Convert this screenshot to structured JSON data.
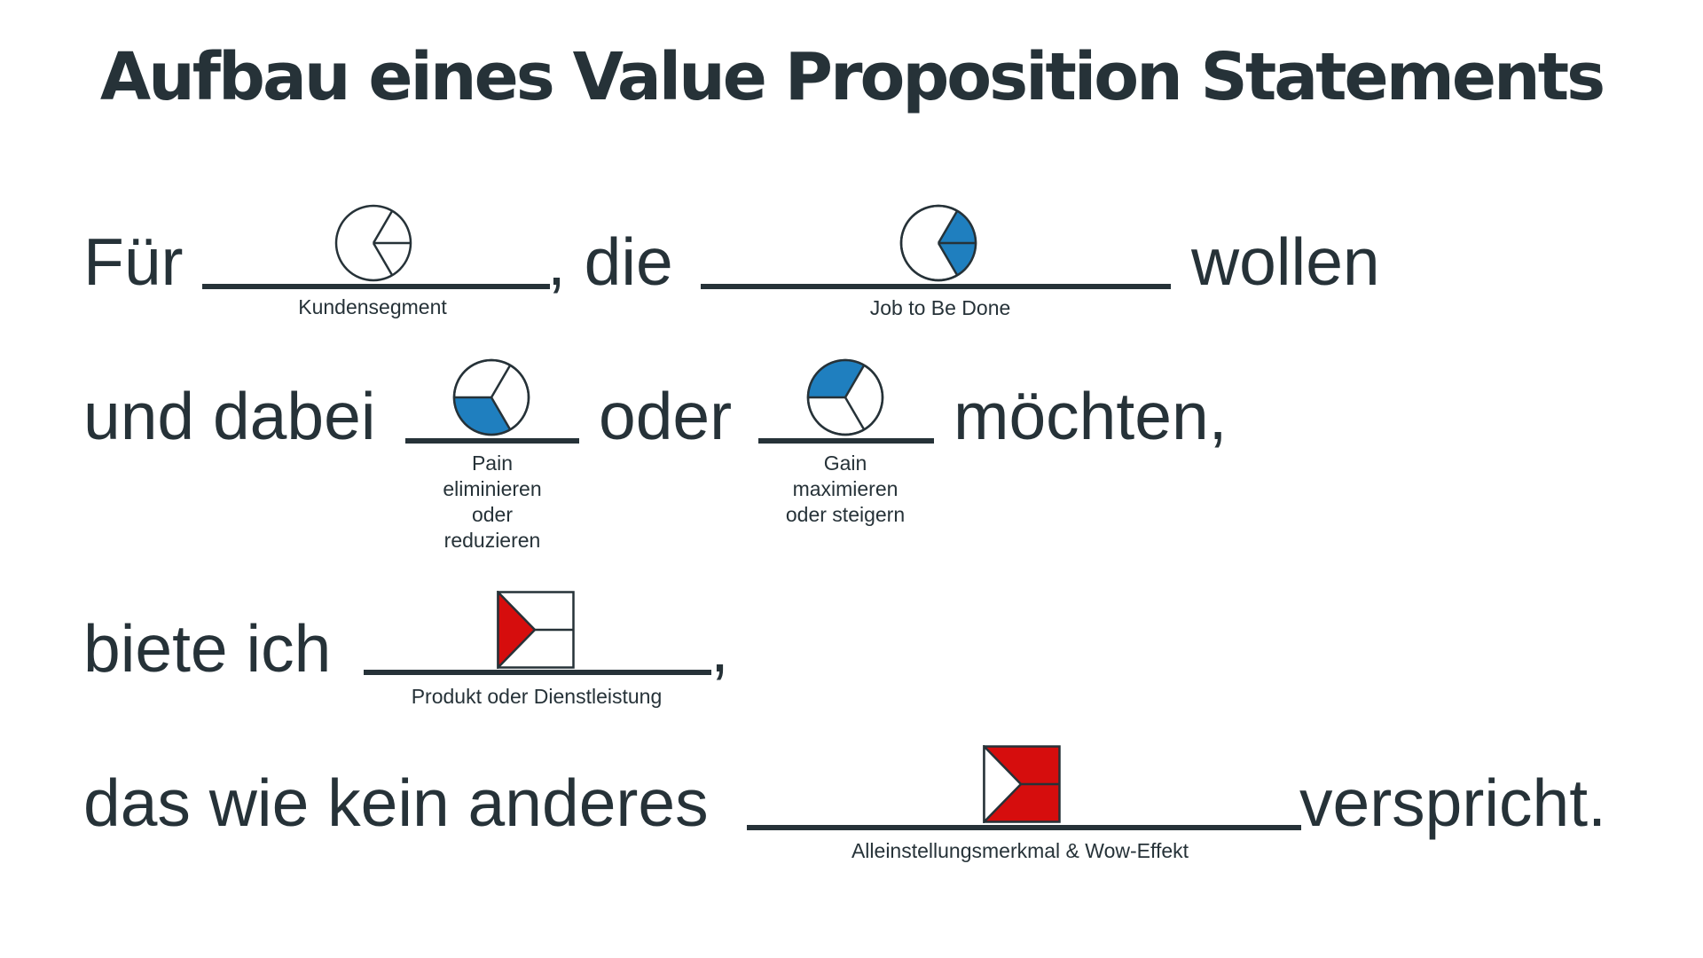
{
  "title": "Aufbau eines Value Proposition Statements",
  "colors": {
    "text": "#263238",
    "pie_fill": "#1f7fbf",
    "square_fill": "#d60d0d"
  },
  "rows": [
    {
      "words": [
        "Für",
        ", die",
        "wollen"
      ],
      "blanks": [
        {
          "caption": "Kundensegment",
          "icon": "customer-segment-icon"
        },
        {
          "caption": "Job to Be Done",
          "icon": "job-to-be-done-icon"
        }
      ]
    },
    {
      "words": [
        "und dabei",
        "oder",
        "möchten,"
      ],
      "blanks": [
        {
          "caption": "Pain\neliminieren\noder\nreduzieren",
          "icon": "pain-icon"
        },
        {
          "caption": "Gain\nmaximieren\noder steigern",
          "icon": "gain-icon"
        }
      ]
    },
    {
      "words": [
        "biete ich",
        ","
      ],
      "blanks": [
        {
          "caption": "Produkt oder Dienstleistung",
          "icon": "product-icon"
        }
      ]
    },
    {
      "words": [
        "das wie kein anderes",
        "verspricht."
      ],
      "blanks": [
        {
          "caption": "Alleinstellungsmerkmal & Wow-Effekt",
          "icon": "usp-icon"
        }
      ]
    }
  ]
}
